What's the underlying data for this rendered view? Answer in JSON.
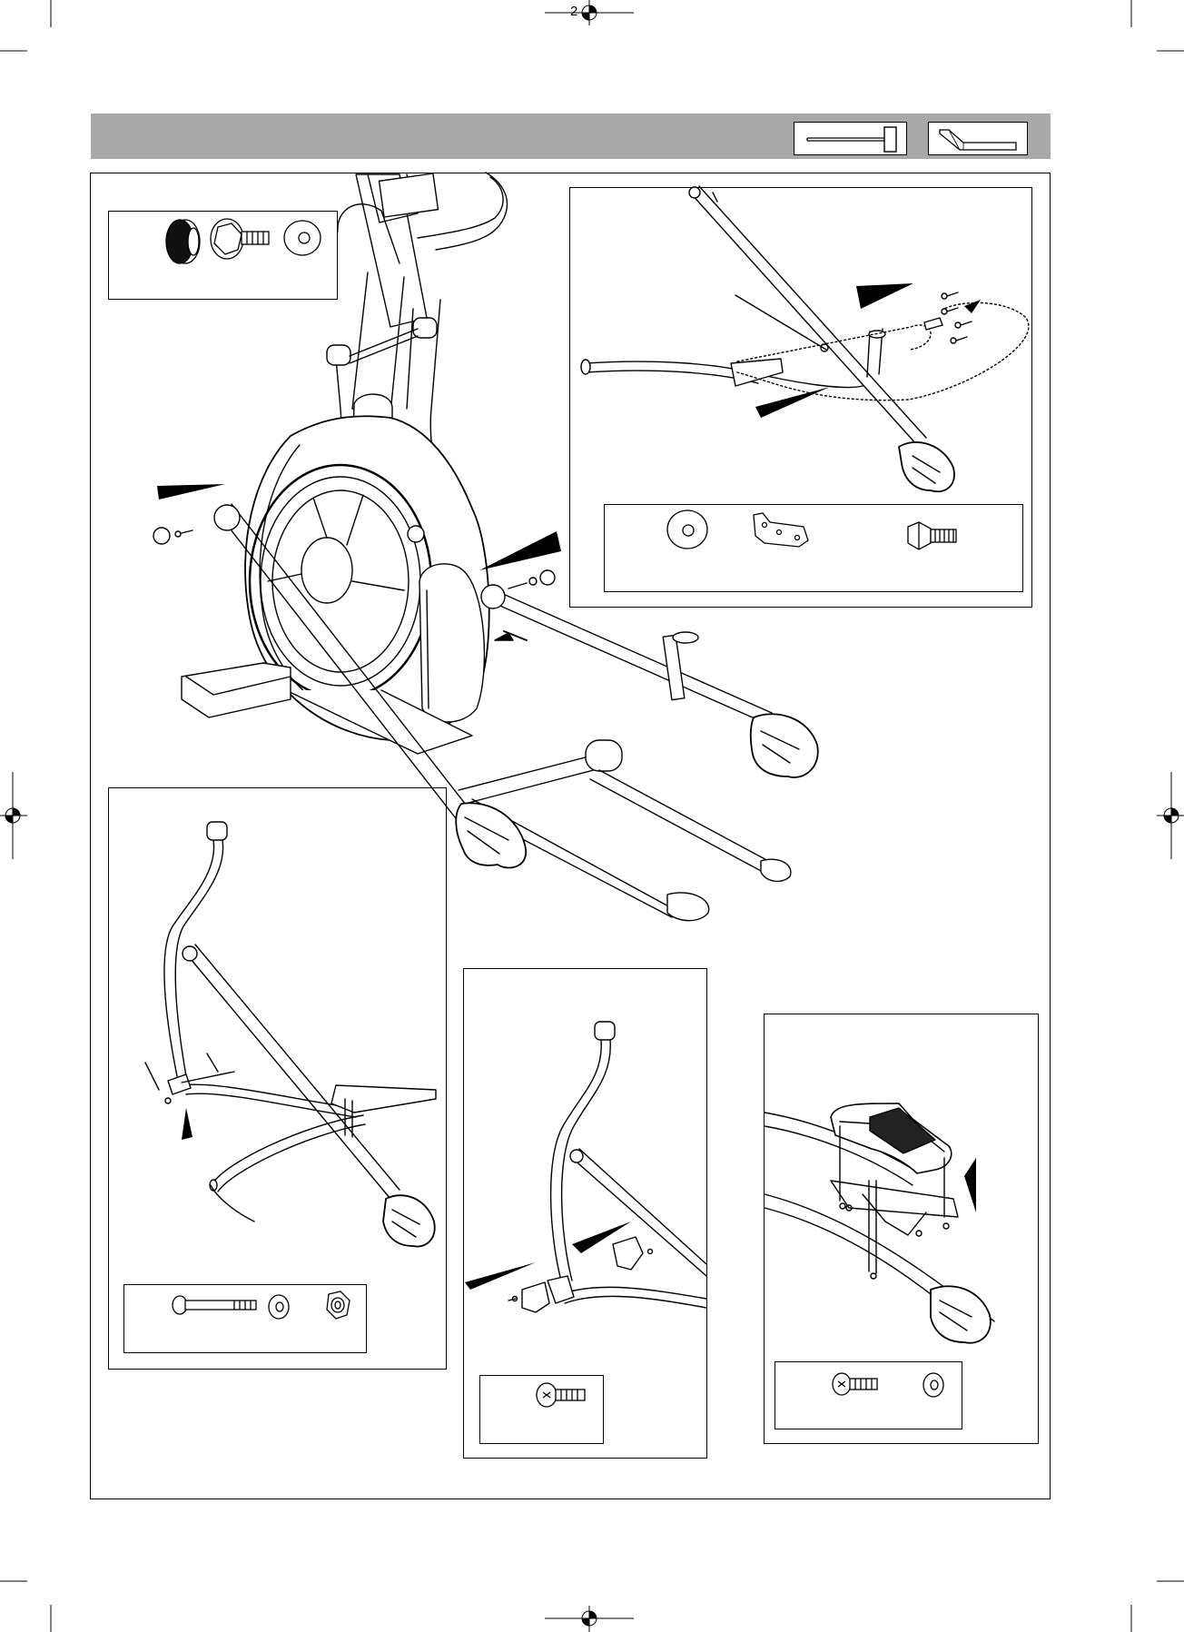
{
  "page": {
    "page_number": "2"
  },
  "toolbar": {
    "tools": [
      {
        "icon": "t-handle-wrench-icon"
      },
      {
        "icon": "allen-key-icon"
      }
    ]
  },
  "main_illustration": {
    "icon": "elliptical-trainer-pedal-arm-assembly-icon"
  },
  "detail_panels": [
    {
      "name": "rear-axle-hardware",
      "icons": [
        "end-cap-icon",
        "flange-bolt-icon",
        "washer-icon"
      ]
    },
    {
      "name": "crank-arm-detail",
      "icons": [
        "flat-washer-icon",
        "bracket-plate-icon",
        "hex-bolt-icon"
      ]
    },
    {
      "name": "pedal-arm-pivot-detail",
      "icons": [
        "long-bolt-icon",
        "washer-icon",
        "nylon-nut-icon"
      ]
    },
    {
      "name": "pedal-cover-detail",
      "icons": [
        "phillips-screw-icon"
      ]
    },
    {
      "name": "foot-pedal-detail",
      "icons": [
        "phillips-screw-icon",
        "washer-icon"
      ]
    }
  ]
}
